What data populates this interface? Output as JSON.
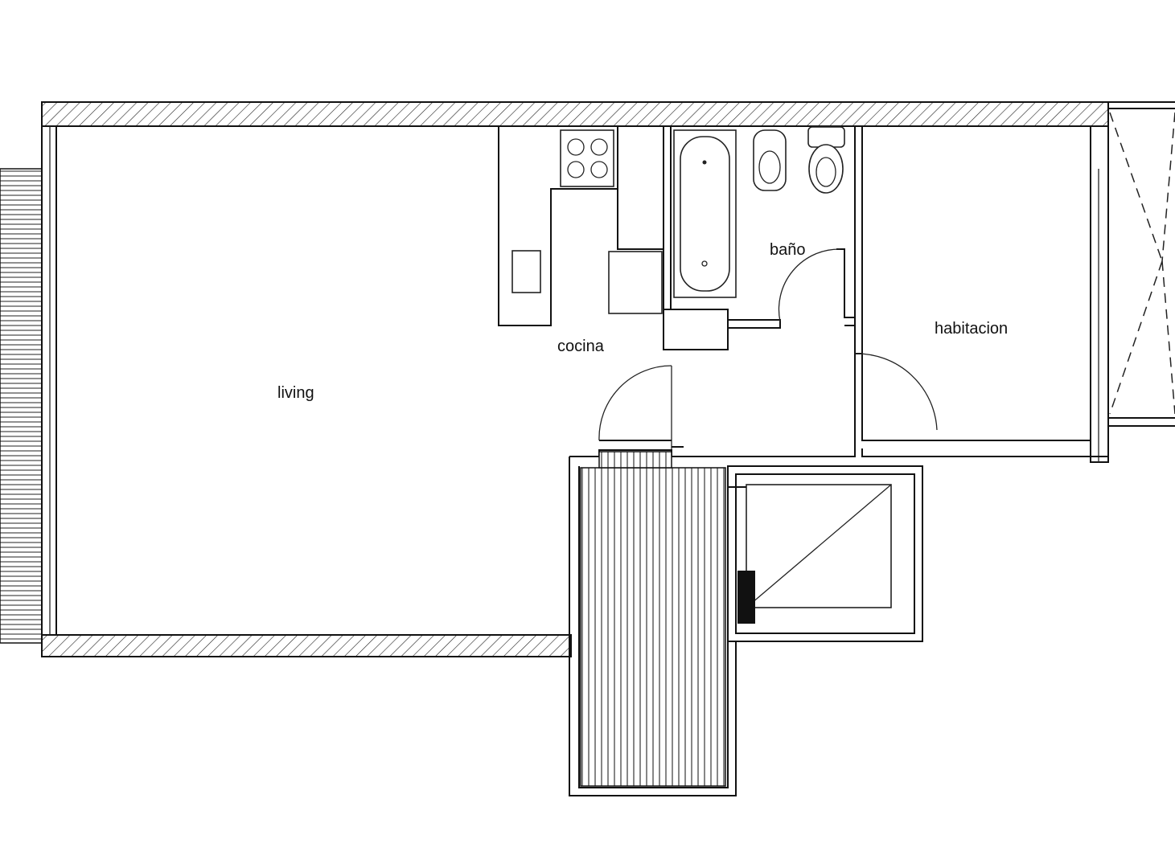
{
  "plan": {
    "rooms": [
      {
        "id": "living",
        "label": "living"
      },
      {
        "id": "cocina",
        "label": "cocina"
      },
      {
        "id": "bano",
        "label": "baño"
      },
      {
        "id": "habitacion",
        "label": "habitacion"
      }
    ],
    "colors": {
      "line": "#111111",
      "background": "#ffffff"
    },
    "icons": [
      "stove-icon",
      "bathtub-icon",
      "bidet-icon",
      "toilet-icon",
      "sink-icon",
      "door-swing-icon"
    ]
  }
}
